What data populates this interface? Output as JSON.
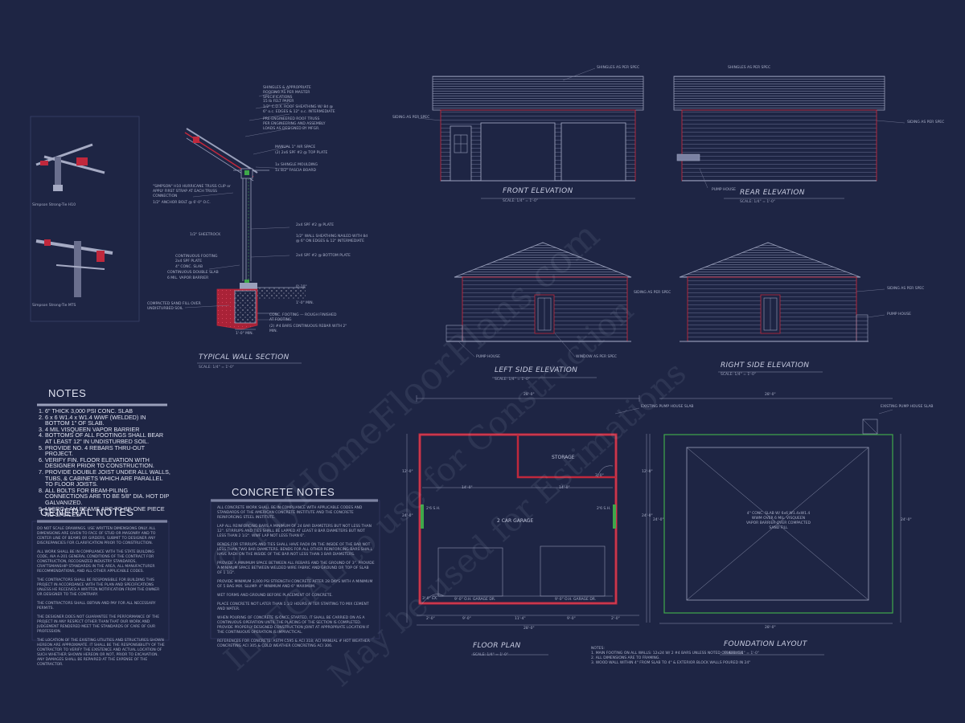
{
  "sheet": {
    "background": "#1e2544",
    "line_color": "#9aa0bb",
    "accent_red": "#c0283c",
    "accent_green": "#3fa84a"
  },
  "wall_section": {
    "title": "TYPICAL WALL SECTION",
    "scale": "SCALE: 1/4\" = 1'-0\"",
    "callouts": [
      "SHINGLES & APPROPRIATE ROOFING AS PER MASTER SPECIFICATIONS",
      "15 lb FELT PAPER",
      "1/2\" C.D.X. ROOF SHEATHING W/ 8d @ 6\" o.c. EDGES & 12\" o.c. INTERMEDIATE",
      "PRE-ENGINEERED ROOF TRUSS PER ENGINEERING AND ASSEMBLY LOADS AS DESIGNED BY MFGR.",
      "MANUAL 1\" AIR SPACE",
      "(2) 2x6 SPF #2 @ TOP PLATE",
      "1x SHINGLE MOULDING",
      "1x 8/2\" FASCIA BOARD",
      "\"SIMPSON\" H10 HURRICANE TRUSS CLIP or APPLY FIRST STRAP AT EACH TRUSS CONNECTION",
      "1/2\" ANCHOR BOLT @ 6'-0\" O.C.",
      "1/2\" SHEETROCK",
      "2x4 SPF #2 @ PLATE",
      "1/2\" WALL SHEATHING NAILED WITH 8d @ 6\" ON EDGES & 12\" INTERMEDIATE",
      "2x4 SPF #2 @ BOTTOM PLATE",
      "CONTINUOUS FOOTING 2x4 SPF PLATE",
      "4\" CONC. SLAB",
      "CONTINUOUS DOUBLE SLAB",
      "6 MIL. VAPOR BARRIER",
      "COMPACTED SAND FILL OVER UNDISTURBED SOIL",
      "CONC. FOOTING — ROUGH FINISHED AT FOOTING",
      "(2) #4 BARS CONTINUOUS REBAR WITH 2\" MIN.",
      "0'-10\"",
      "1'-0\" MIN.",
      "1'-0\" MIN."
    ],
    "detail_labels": [
      "Simpson Strong-Tie H10",
      "Simpson Strong-Tie MTS"
    ]
  },
  "elevations": [
    {
      "title": "FRONT ELEVATION",
      "scale": "SCALE: 1/4\" = 1'-0\"",
      "callouts": [
        "SHINGLES AS PER SPEC",
        "SIDING AS PER SPEC"
      ]
    },
    {
      "title": "REAR ELEVATION",
      "scale": "SCALE: 1/4\" = 1'-0\"",
      "callouts": [
        "SHINGLES AS PER SPEC",
        "SIDING AS PER SPEC",
        "PUMP HOUSE"
      ]
    },
    {
      "title": "LEFT SIDE ELEVATION",
      "scale": "SCALE: 1/4\" = 1'-0\"",
      "callouts": [
        "SIDING AS PER SPEC",
        "PUMP HOUSE",
        "WINDOW AS PER SPEC"
      ]
    },
    {
      "title": "RIGHT SIDE ELEVATION",
      "scale": "SCALE: 1/4\" = 1'-0\"",
      "callouts": [
        "SIDING AS PER SPEC",
        "PUMP HOUSE"
      ]
    }
  ],
  "floor_plan": {
    "title": "FLOOR PLAN",
    "scale": "SCALE: 1/4\" = 1'-0\"",
    "rooms": [
      "STORAGE",
      "2 CAR GARAGE"
    ],
    "labels": [
      "EXISTING PUMP HOUSE SLAB",
      "9'-0\" O.H. GARAGE DR.",
      "9'-0\" O.H. GARAGE DR.",
      "3'-0\"",
      "2'6 S.H.",
      "2'6 S.H.",
      "3'-0\" EX."
    ],
    "dimensions": [
      "28'-0\"",
      "14'-0\"",
      "14'-0\"",
      "24'-0\"",
      "24'-0\"",
      "12'-0\"",
      "12'-0\"",
      "2'-0\"",
      "9'-0\"",
      "11'-4\"",
      "9'-0\"",
      "2'-0\"",
      "28'-0\""
    ]
  },
  "foundation": {
    "title": "FOUNDATION LAYOUT",
    "scale": "SCALE: 1/4\" = 1'-0\"",
    "labels": [
      "EXISTING PUMP HOUSE SLAB",
      "4\" CONC. SLAB W/ 6x6 W1.4xW1.4 WWM OVER 6 MIL. VISQUEEN VAPOR BARRIER OVER COMPACTED SAND FILL"
    ],
    "dimensions": [
      "28'-0\"",
      "24'-0\"",
      "24'-0\"",
      "28'-0\""
    ],
    "notes_label": "NOTES:",
    "notes": [
      "1. MAIN FOOTING ON ALL WALLS: 12x24 W/ 2 #4 BARS UNLESS NOTED OTHERWISE",
      "2. ALL DIMENSIONS ARE TO FRAMING.",
      "3. WOOD WALL WITHIN 4\" FROM SLAB TO 4\" & EXTERIOR BLOCK WALLS POURED IN 24\""
    ]
  },
  "notes": {
    "heading": "NOTES",
    "items": [
      "6\" THICK 3,000 PSI CONC. SLAB",
      "6 x 6 W1.4 x W1.4 WWF (WELDED) IN BOTTOM 1\" OF SLAB.",
      "4 MIL VISQUEEN VAPOR BARRIER",
      "BOTTOMS OF ALL FOOTINGS SHALL BEAR AT LEAST 12\" IN UNDISTURBED SOIL.",
      "PROVIDE NO. 4 REBARS THRU-OUT PROJECT.",
      "VERIFY FIN. FLOOR ELEVATION WITH DESIGNER PRIOR TO CONSTRUCTION.",
      "PROVIDE DOUBLE JOIST UNDER ALL WALLS, TUBS, & CABINETS WHICH ARE PARALLEL TO FLOOR JOISTS.",
      "ALL BOLTS FOR BEAM-PILING CONNECTIONS ARE TO BE 5/8\" DIA. HOT DIP GALVANIZED.",
      "MICRO LAM BEAMS ARE TO BE ONE PIECE NO SPLICES."
    ]
  },
  "general_notes": {
    "heading": "GENERAL NOTES",
    "paragraphs": [
      "DO NOT SCALE DRAWINGS. USE WRITTEN DIMENSIONS ONLY. ALL DIMENSIONS ARE GIVEN TO FACE OF STUD OR MASONRY AND TO CENTER LINE OF BEAMS OR GIRDERS. SUBMIT TO DESIGNER ANY DISCREPANCIES FOR CLARIFICATION PRIOR TO CONSTRUCTION.",
      "ALL WORK SHALL BE IN COMPLIANCE WITH THE STATE BUILDING CODE, AIA A-201 GENERAL CONDITIONS OF THE CONTRACT FOR CONSTRUCTION, RECOGNIZED INDUSTRY STANDARDS, CRAFTSMANSHIP STANDARDS IN THE AREA, ALL MANUFACTURER RECOMMENDATIONS, AND ALL OTHER APPLICABLE CODES.",
      "THE CONTRACTORS SHALL BE RESPONSIBLE FOR BUILDING THIS PROJECT IN ACCORDANCE WITH THE PLAN AND SPECIFICATIONS UNLESS HE RECEIVES A WRITTEN NOTIFICATION FROM THE OWNER OR DESIGNER TO THE CONTRARY.",
      "THE CONTRACTORS SHALL OBTAIN AND PAY FOR ALL NECESSARY PERMITS.",
      "THE DESIGNER DOES NOT GUARANTEE THE PERFORMANCE OF THE PROJECT IN ANY RESPECT OTHER THAN THAT OUR WORK AND JUDGEMENT RENDERED MEET THE STANDARDS OF CARE OF OUR PROFESSION.",
      "THE LOCATION OF THE EXISTING UTILITIES AND STRUCTURES SHOWN HEREON ARE APPROXIMATE. IT SHALL BE THE RESPONSIBILITY OF THE CONTRACTOR TO VERIFY THE EXISTENCE AND ACTUAL LOCATION OF SUCH WHETHER SHOWN HEREON OR NOT, PRIOR TO EXCAVATION. ANY DAMAGES SHALL BE REPAIRED AT THE EXPENSE OF THE CONTRACTOR."
    ]
  },
  "concrete_notes": {
    "heading": "CONCRETE NOTES",
    "paragraphs": [
      "ALL CONCRETE WORK SHALL BE IN COMPLIANCE WITH APPLICABLE CODES AND STANDARDS OF THE AMERICAN CONCRETE INSTITUTE AND THE CONCRETE REINFORCING STEEL INSTITUTE.",
      "LAP ALL REINFORCING BARS A MINIMUM OF 24 BAR DIAMETERS BUT NOT LESS THAN 12\". STIRRUPS AND TIES SHALL BE LAPPED AT LEAST 8 BAR DIAMETERS BUT NOT LESS THAN 2 1/2\". WWF LAP NOT LESS THAN 6\".",
      "BENDS FOR STIRRUPS AND TIES SHALL HAVE RADII ON THE INSIDE OF THE BAR NOT LESS THAN TWO BAR DIAMETERS. BENDS FOR ALL OTHER REINFORCING BARS SHALL HAVE RADII ON THE INSIDE OF THE BAR NOT LESS THAN 3 BAR DIAMETERS.",
      "PROVIDE A MINIMUM SPACE BETWEEN ALL REBARS AND THE GROUND OF 3\". PROVIDE A MINIMUM SPACE BETWEEN WELDED WIRE FABRIC AND GROUND OR TOP OF SLAB OF 1 1/2\".",
      "PROVIDE MINIMUM 3,000 PSI STRENGTH CONCRETE AFTER 28 DAYS WITH A MINIMUM OF 5 BAG MIX. SLUMP: 4\" MINIMUM AND 6\" MAXIMUM.",
      "WET FORMS AND GROUND BEFORE PLACEMENT OF CONCRETE.",
      "PLACE CONCRETE NOT LATER THAN 1 1/2 HOURS AFTER STARTING TO MIX CEMENT AND WATER.",
      "WHEN POURING OF CONCRETE IS ONCE STARTED, IT SHALL BE CARRIED ON AS A CONTINUOUS OPERATION UNTIL THE PLACING OF THE SECTION IS COMPLETED. PROVIDE PROPERLY DESIGNED CONSTRUCTION JOINT AT APPROPRIATE LOCATION IF THE CONTINUOUS OPERATION IS IMPRACTICAL.",
      "REFERENCES FOR CONCRETE: ASTM C595 & ACI 318; ACI MANUAL # HOT WEATHER CONCRETING ACI 305 & COLD WEATHER CONCRETING ACI 306."
    ]
  },
  "watermark": {
    "line1": "© MyHomeFloorPlans.com",
    "line2": "ILLEGAL to use for Construction",
    "line3": "May be used for Estimations"
  }
}
